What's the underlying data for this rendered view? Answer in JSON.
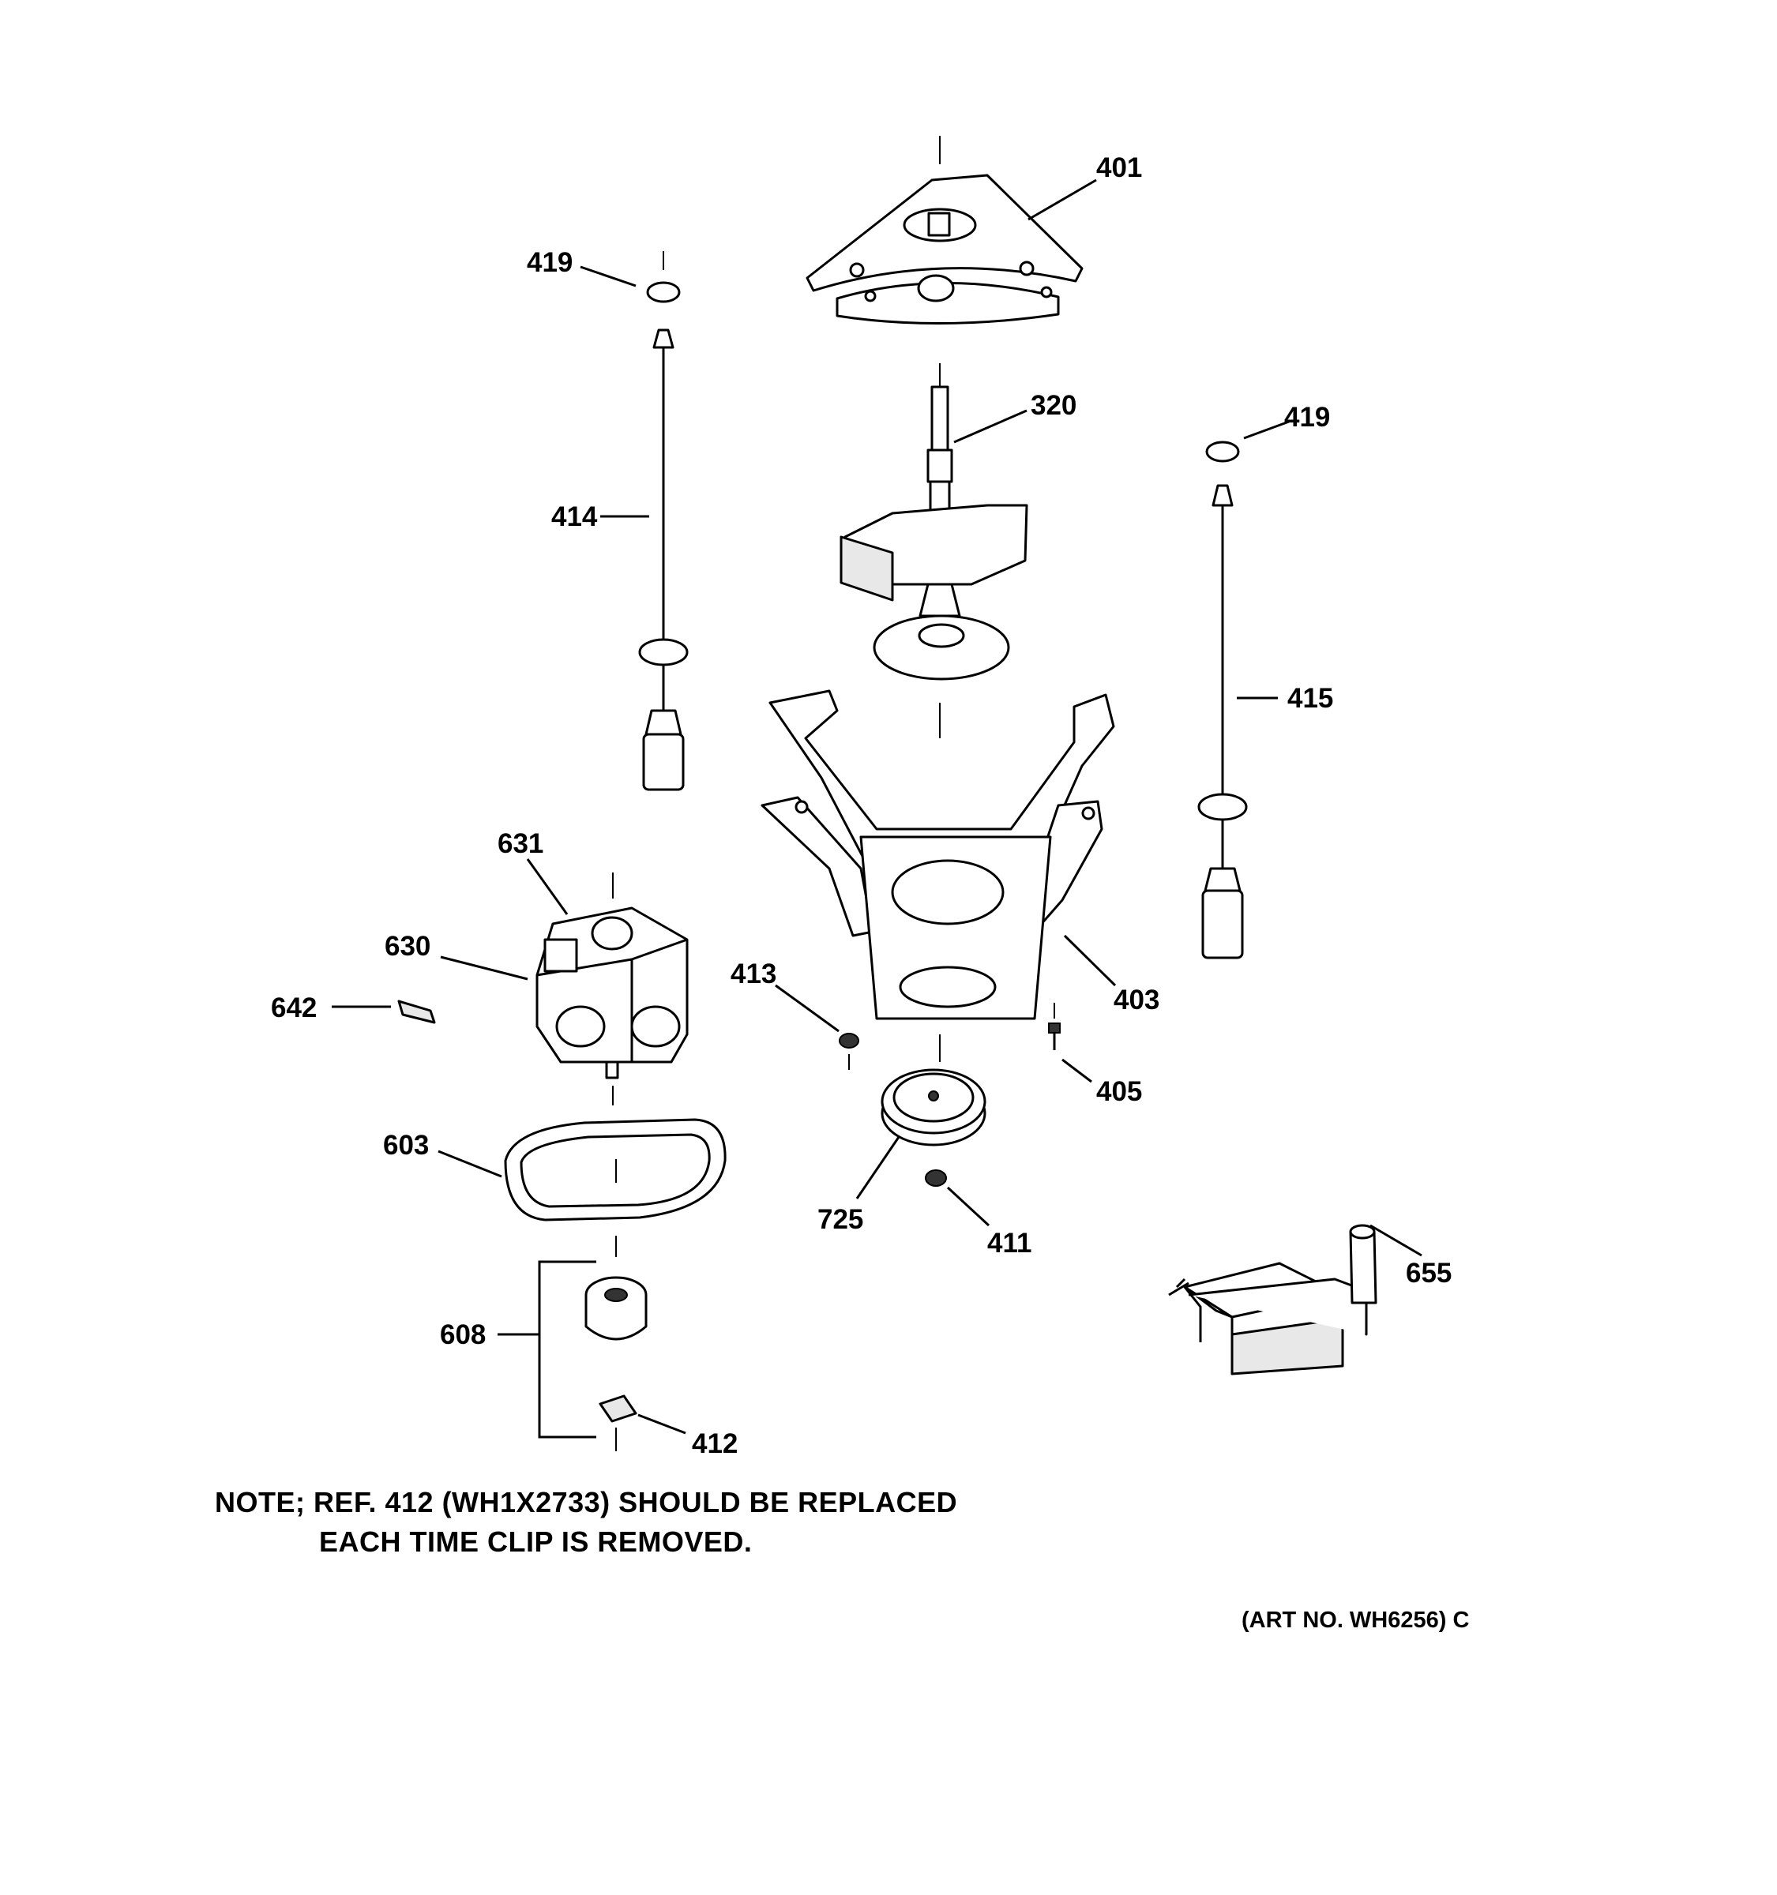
{
  "parts": {
    "p401": "401",
    "p419a": "419",
    "p419b": "419",
    "p320": "320",
    "p414": "414",
    "p415": "415",
    "p631": "631",
    "p630": "630",
    "p642": "642",
    "p413": "413",
    "p403": "403",
    "p405": "405",
    "p603": "603",
    "p725": "725",
    "p411": "411",
    "p655": "655",
    "p608": "608",
    "p412": "412"
  },
  "note": {
    "line1": "NOTE; REF. 412 (WH1X2733) SHOULD BE REPLACED",
    "line2": "EACH TIME CLIP IS REMOVED."
  },
  "art_no": "(ART NO. WH6256) C"
}
